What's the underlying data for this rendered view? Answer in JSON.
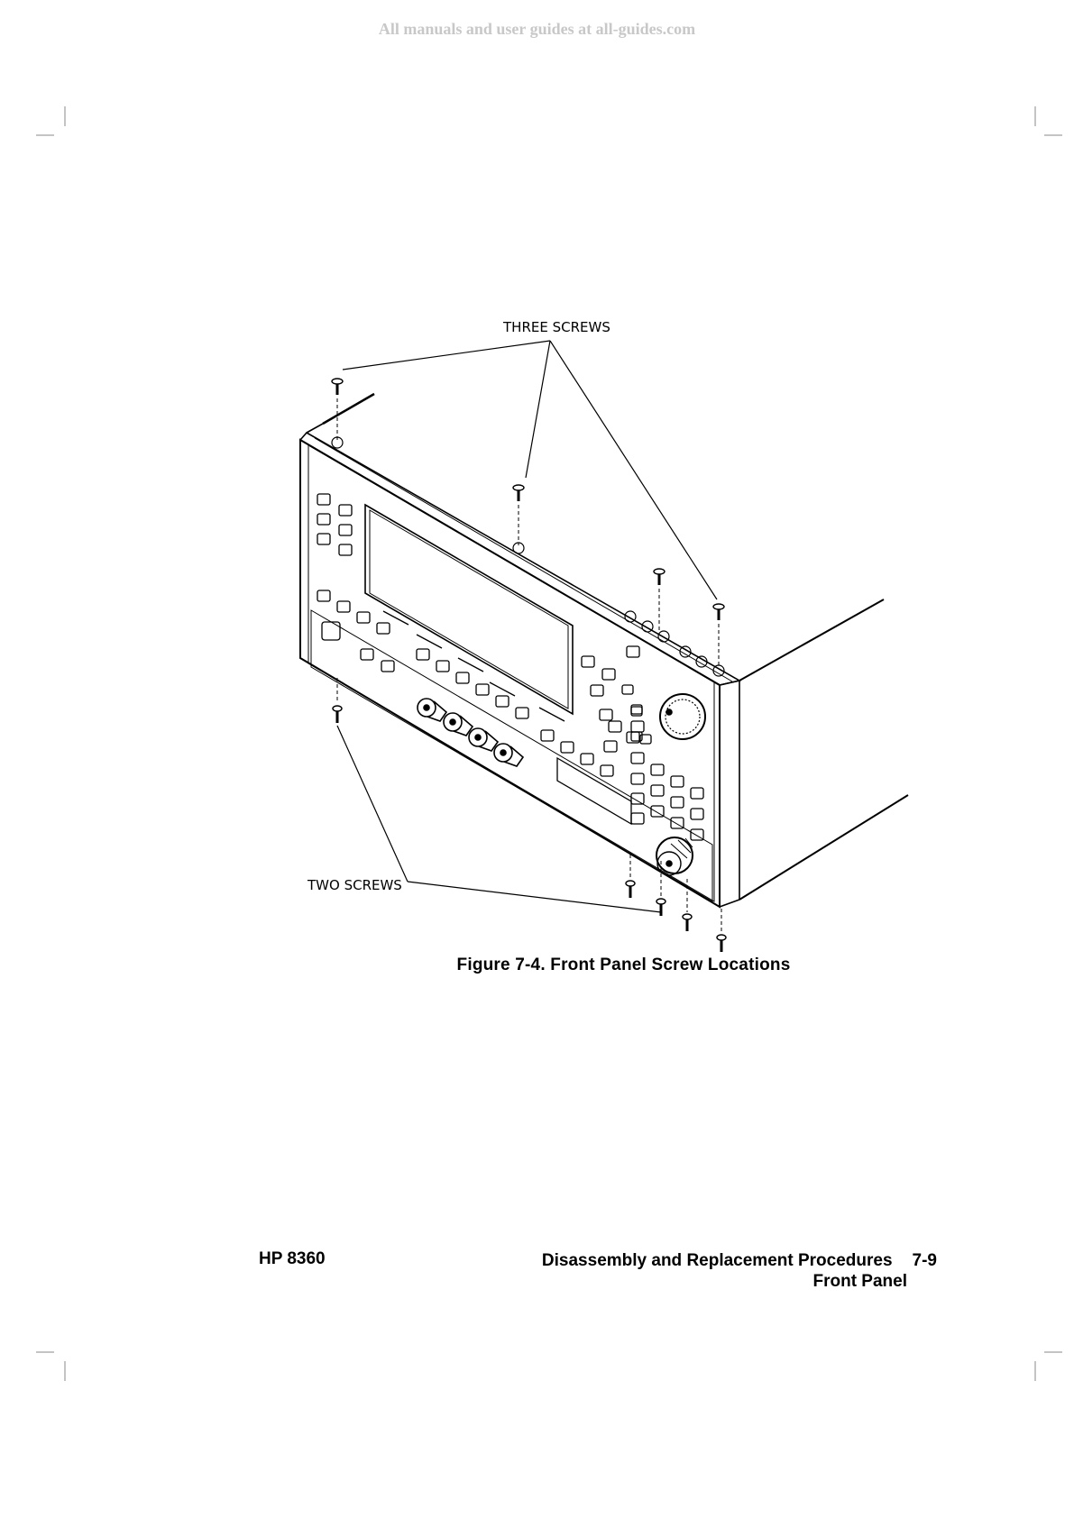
{
  "watermark": "All manuals and user guides at all-guides.com",
  "figure": {
    "callout_top": "THREE  SCREWS",
    "callout_bottom": "TWO  SCREWS",
    "caption": "Figure 7-4. Front Panel Screw Locations"
  },
  "footer": {
    "model": "HP 8360",
    "section": "Disassembly and Replacement Procedures",
    "page": "7-9",
    "subsection": "Front Panel"
  }
}
